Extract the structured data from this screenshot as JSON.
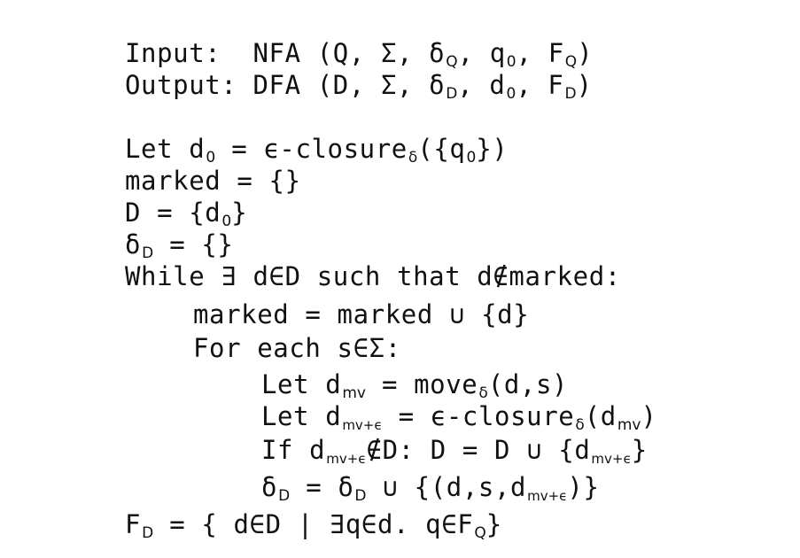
{
  "algorithm": {
    "input": {
      "lead": "Input:  NFA (Q, Σ, δ",
      "q": "Q",
      "mid": ", q",
      "zero": "0",
      "mid2": ", F",
      "fq": "Q",
      "tail": ")"
    },
    "output": {
      "lead": "Output: DFA (D, Σ, δ",
      "d": "D",
      "mid": ", d",
      "zero": "0",
      "mid2": ", F",
      "fd": "D",
      "tail": ")"
    },
    "let_d0": {
      "a": "Let d",
      "a_sub": "0",
      "b": " = ϵ-closure",
      "b_sub": "δ",
      "c": "({q",
      "c_sub": "0",
      "d": "})"
    },
    "marked_init": {
      "text": "marked = {}"
    },
    "d_init": {
      "a": "D = {d",
      "a_sub": "0",
      "b": "}"
    },
    "delta_init": {
      "a": "δ",
      "a_sub": "D",
      "b": " = {}"
    },
    "while": {
      "text": "While ∃ d∈D such that d∉marked:"
    },
    "marked_update": {
      "text": "marked = marked ∪ {d}"
    },
    "for_each": {
      "text": "For each s∈Σ:"
    },
    "let_dmv": {
      "a": "Let d",
      "a_sub": "mv",
      "b": " = move",
      "b_sub": "δ",
      "c": "(d,s)"
    },
    "let_dmve": {
      "a": "Let d",
      "a_sub": "mv+ϵ",
      "b": " = ϵ-closure",
      "b_sub": "δ",
      "c": "(d",
      "c_sub": "mv",
      "d": ")"
    },
    "if_line": {
      "a": "If d",
      "a_sub": "mv+ϵ",
      "b": "∉D: D = D ∪ {d",
      "b_sub": "mv+ϵ",
      "c": "}"
    },
    "delta_update": {
      "a": "δ",
      "a_sub": "D",
      "b": " = δ",
      "b_sub": "D",
      "c": " ∪ {(d,s,d",
      "c_sub": "mv+ϵ",
      "d": ")}"
    },
    "final": {
      "a": "F",
      "a_sub": "D",
      "b": " = { d∈D | ∃q∈d. q∈F",
      "b_sub": "Q",
      "c": "}"
    }
  }
}
